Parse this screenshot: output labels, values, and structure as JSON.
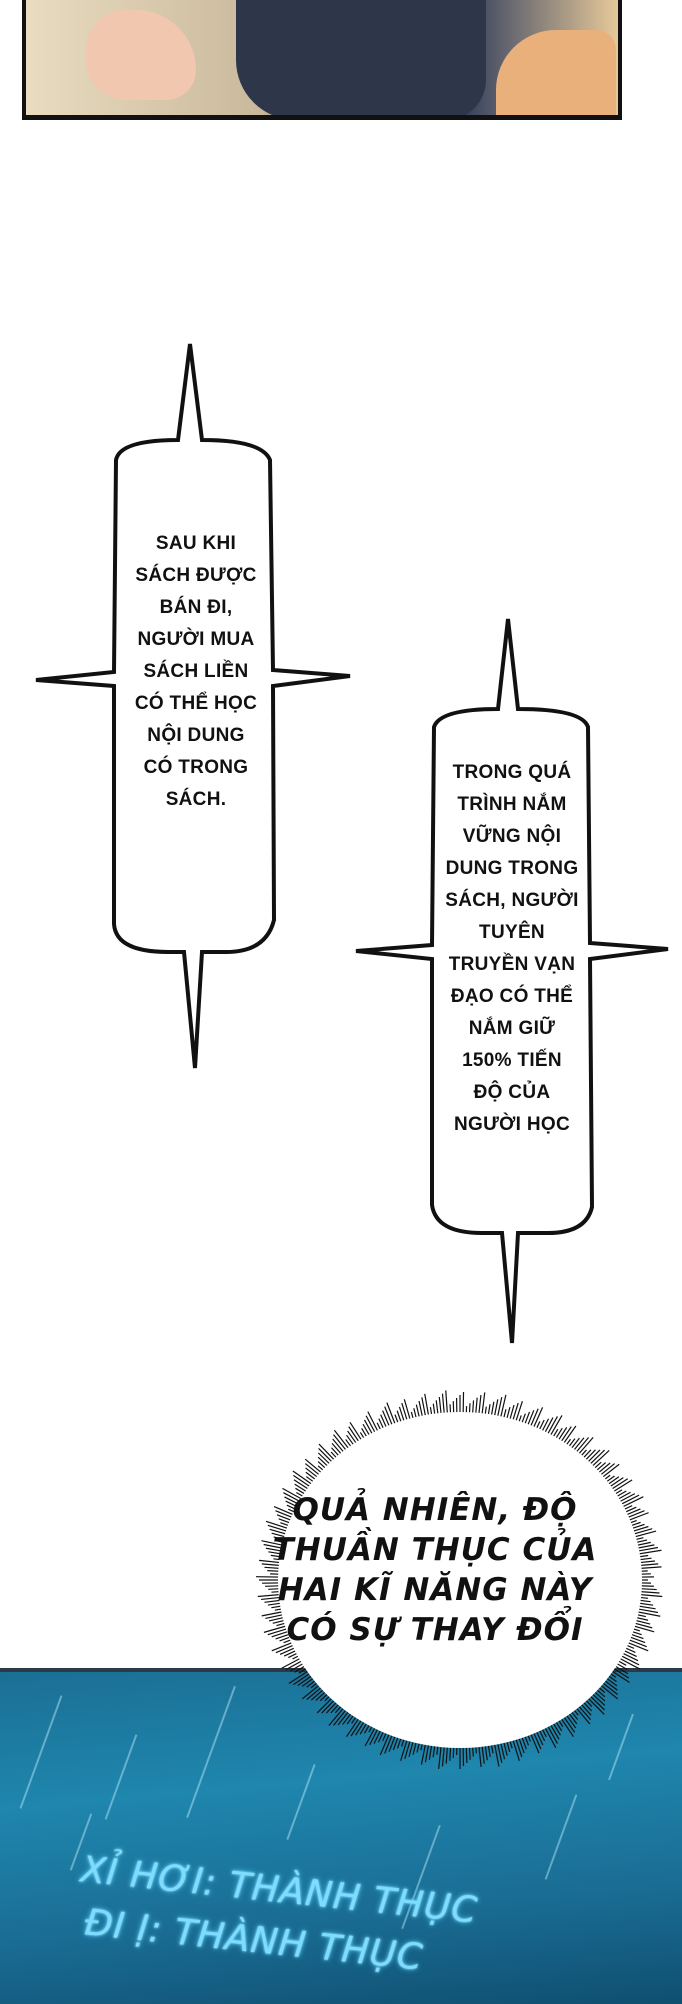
{
  "bubble1": [
    "SAU KHI",
    "SÁCH ĐƯỢC",
    "BÁN ĐI,",
    "NGƯỜI MUA",
    "SÁCH LIỀN",
    "CÓ THỂ HỌC",
    "NỘI DUNG",
    "CÓ TRONG",
    "SÁCH."
  ],
  "bubble2": [
    "TRONG QUÁ",
    "TRÌNH NẮM",
    "VỮNG NỘI",
    "DUNG TRONG",
    "SÁCH, NGƯỜI",
    "TUYÊN",
    "TRUYỀN VẠN",
    "ĐẠO CÓ THỂ",
    "NẮM GIỮ",
    "150% TIẾN",
    "ĐỘ CỦA",
    "NGƯỜI HỌC"
  ],
  "burst": [
    "QUẢ NHIÊN, ĐỘ",
    "THUẦN THỤC CỦA",
    "HAI KĨ NĂNG NÀY",
    "CÓ SỰ THAY ĐỔI"
  ],
  "system_lines": [
    "XỈ HƠI: THÀNH THỤC",
    "ĐI Ị: THÀNH THỤC"
  ],
  "colors": {
    "system_glow": "#7fdcff",
    "panel_blue": "#1f86ad",
    "ink": "#111111"
  }
}
